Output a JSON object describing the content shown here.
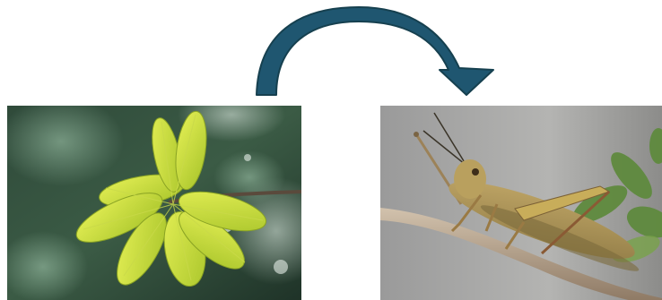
{
  "figure": {
    "left_image": {
      "subject": "leaf-photo",
      "icon": "leaf-icon"
    },
    "right_image": {
      "subject": "grasshopper-photo",
      "icon": "grasshopper-icon"
    },
    "connector": {
      "icon": "curved-arrow-icon",
      "direction": "left-to-right",
      "color": "#1f5670"
    }
  }
}
